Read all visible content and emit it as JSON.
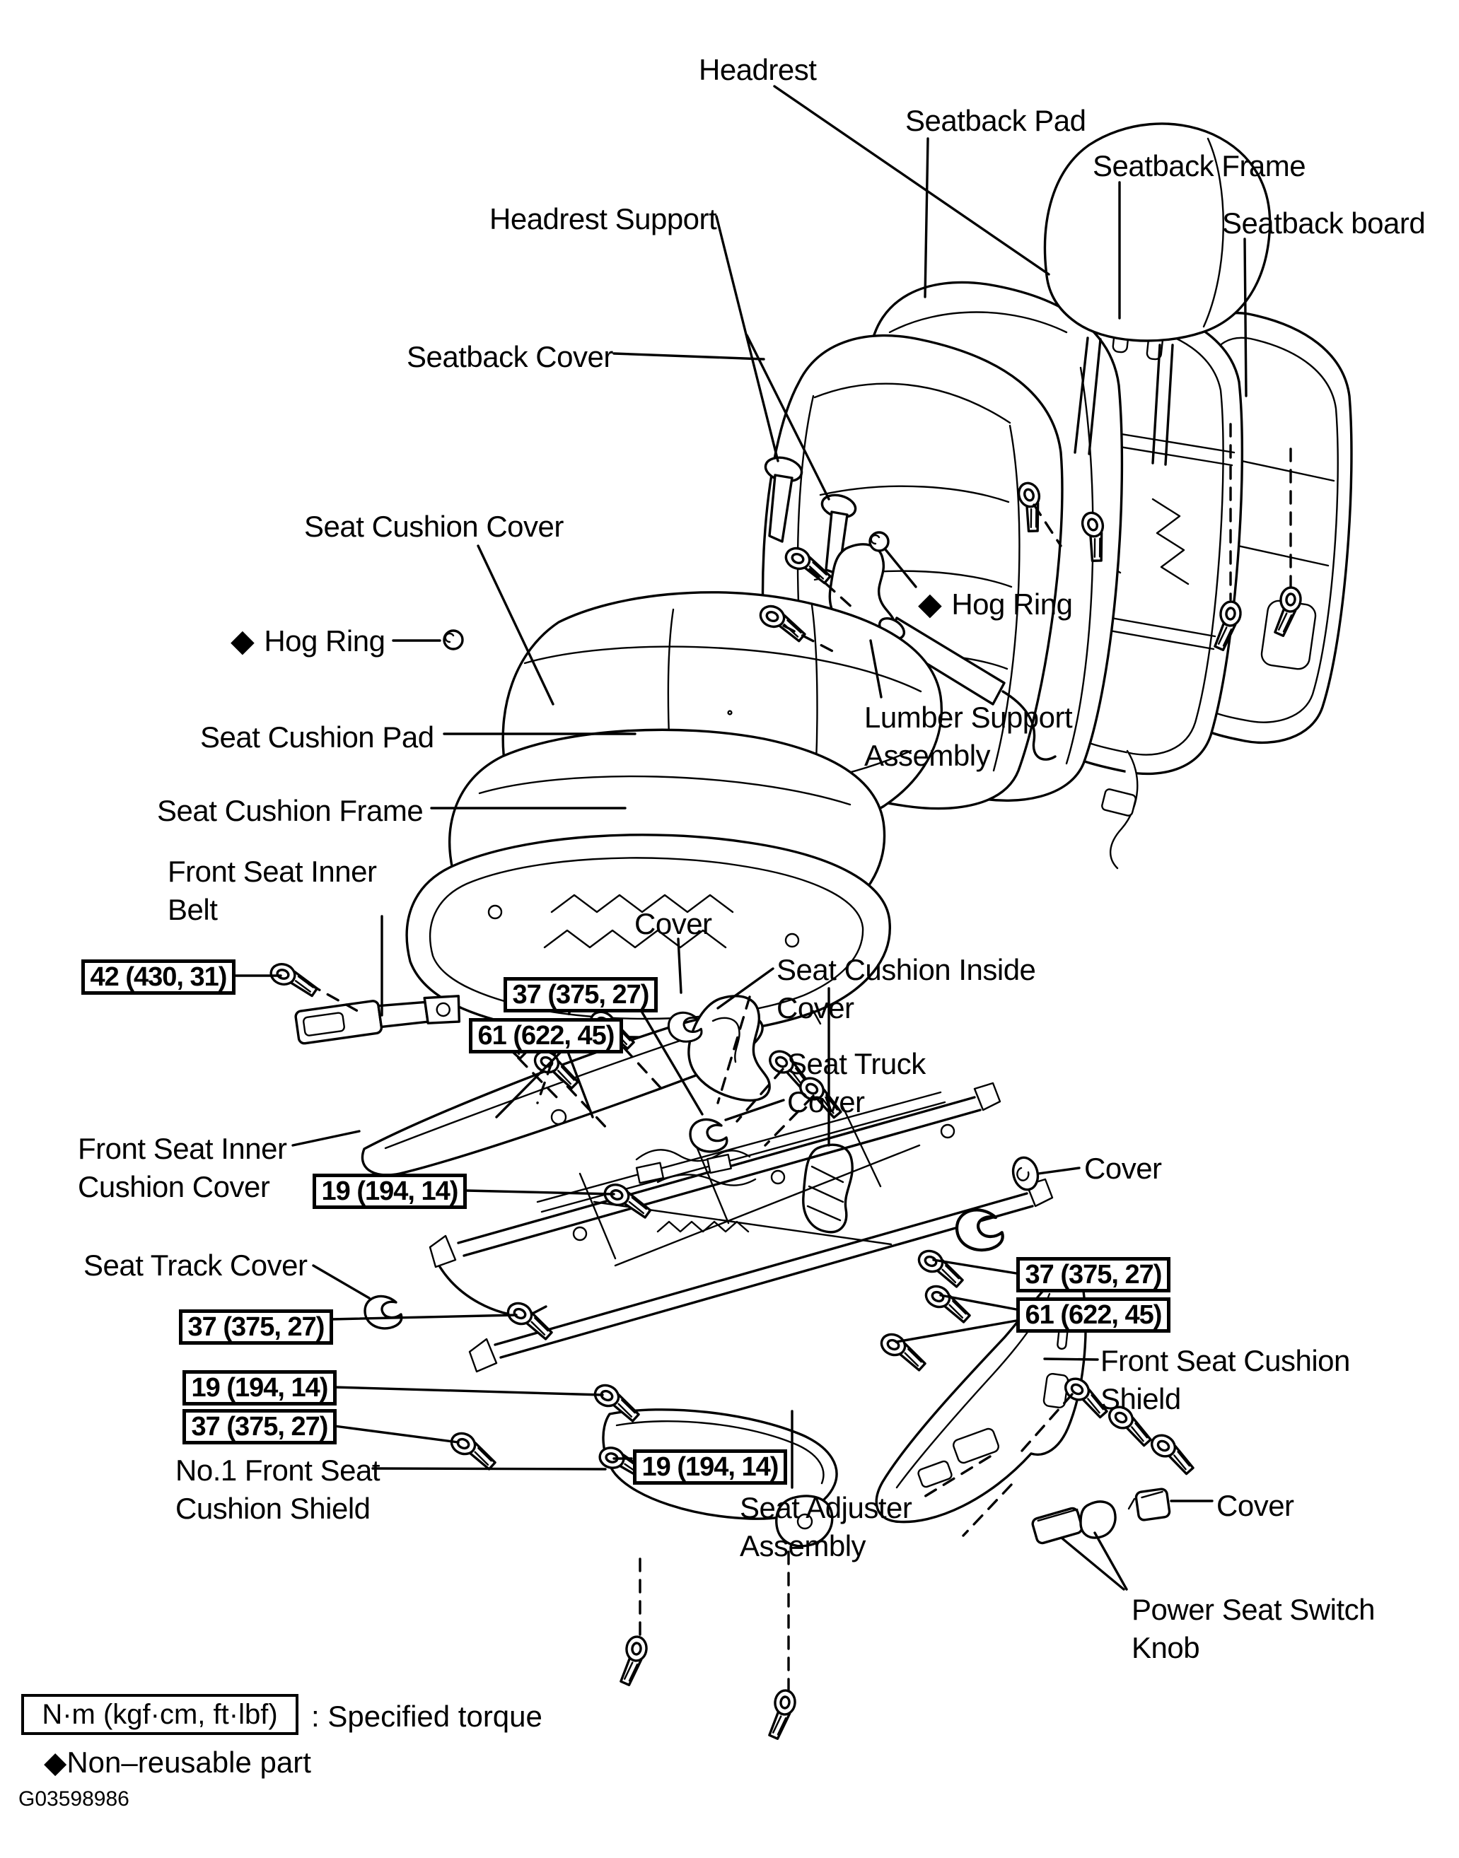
{
  "figure_code": "G03598986",
  "legend": {
    "torque_box": "N·m (kgf·cm, ft·lbf)",
    "torque_desc": ": Specified torque",
    "marker": "◆",
    "non_reusable": "Non–reusable part"
  },
  "torque": {
    "t42": "42 (430, 31)",
    "t37": "37 (375, 27)",
    "t61": "61 (622, 45)",
    "t19": "19 (194, 14)"
  },
  "labels": {
    "headrest": "Headrest",
    "seatback_pad": "Seatback Pad",
    "seatback_frame": "Seatback Frame",
    "seatback_board": "Seatback board",
    "headrest_support": "Headrest Support",
    "seatback_cover": "Seatback Cover",
    "seat_cushion_cover": "Seat Cushion Cover",
    "hog_ring": "Hog Ring",
    "seat_cushion_pad": "Seat Cushion Pad",
    "seat_cushion_frame": "Seat Cushion Frame",
    "lumber_support_assembly": {
      "line1": "Lumber Support",
      "line2": "Assembly"
    },
    "front_seat_inner_belt": {
      "line1": "Front Seat Inner",
      "line2": "Belt"
    },
    "cover": "Cover",
    "seat_cushion_inside_cover": {
      "line1": "Seat Cushion Inside",
      "line2": "Cover"
    },
    "seat_truck_cover": {
      "line1": "Seat Truck",
      "line2": "Cover"
    },
    "front_seat_inner_cushion_cover": {
      "line1": "Front Seat Inner",
      "line2": "Cushion Cover"
    },
    "seat_track_cover": "Seat Track Cover",
    "front_seat_cushion_shield": {
      "line1": "Front Seat Cushion",
      "line2": "Shield"
    },
    "no1_front_seat_cushion_shield": {
      "line1": "No.1 Front Seat",
      "line2": "Cushion Shield"
    },
    "seat_adjuster_assembly": {
      "line1": "Seat Adjuster",
      "line2": "Assembly"
    },
    "power_seat_switch_knob": {
      "line1": "Power Seat Switch",
      "line2": "Knob"
    }
  }
}
